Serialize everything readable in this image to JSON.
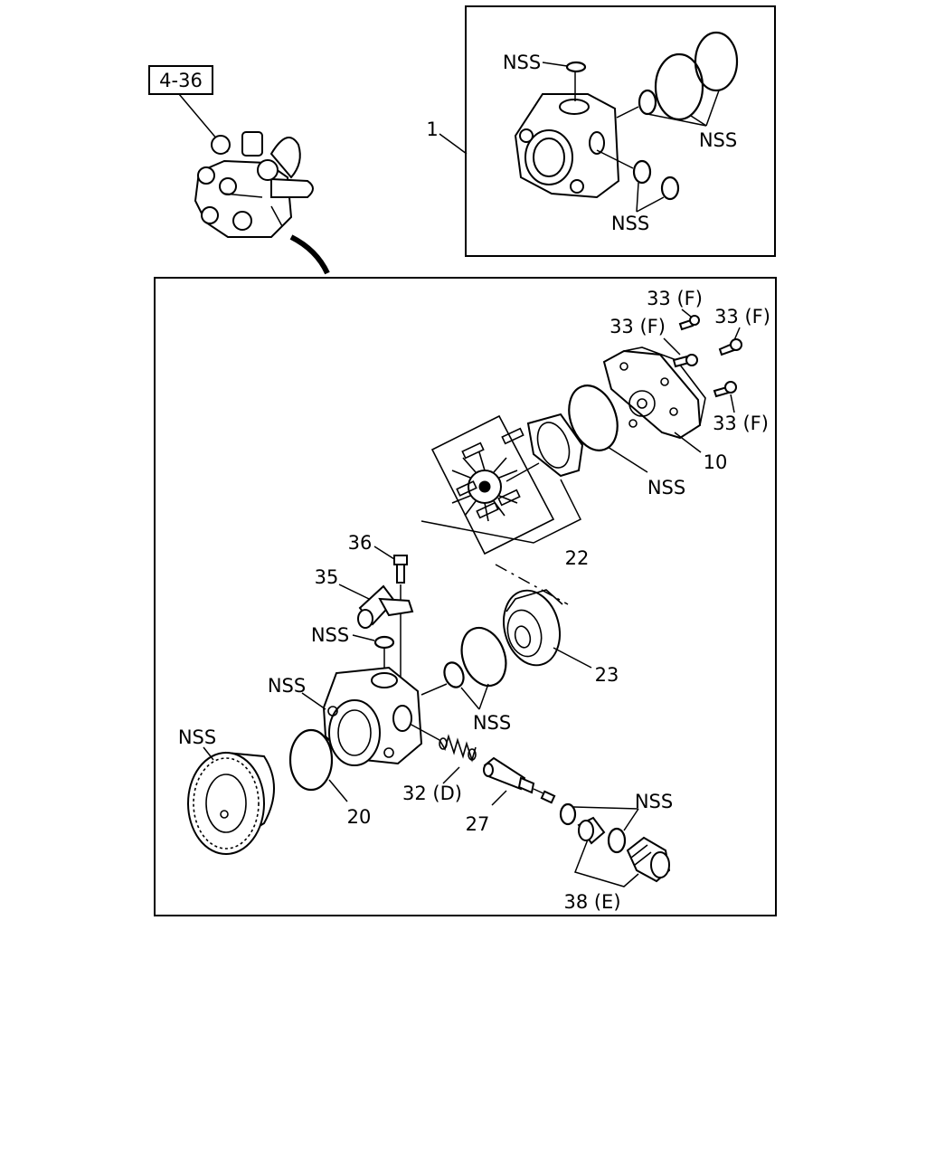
{
  "callouts": {
    "ref_box": "4-36",
    "assy_number": "1",
    "nss": "NSS",
    "cover": "10",
    "bolt_f": "33 (F)",
    "seal_20": "20",
    "cartridge_22": "22",
    "plate_23": "23",
    "valve_27": "27",
    "spring_32": "32 (D)",
    "pipe_35": "35",
    "bolt_36": "36",
    "connector_38": "38 (E)"
  }
}
